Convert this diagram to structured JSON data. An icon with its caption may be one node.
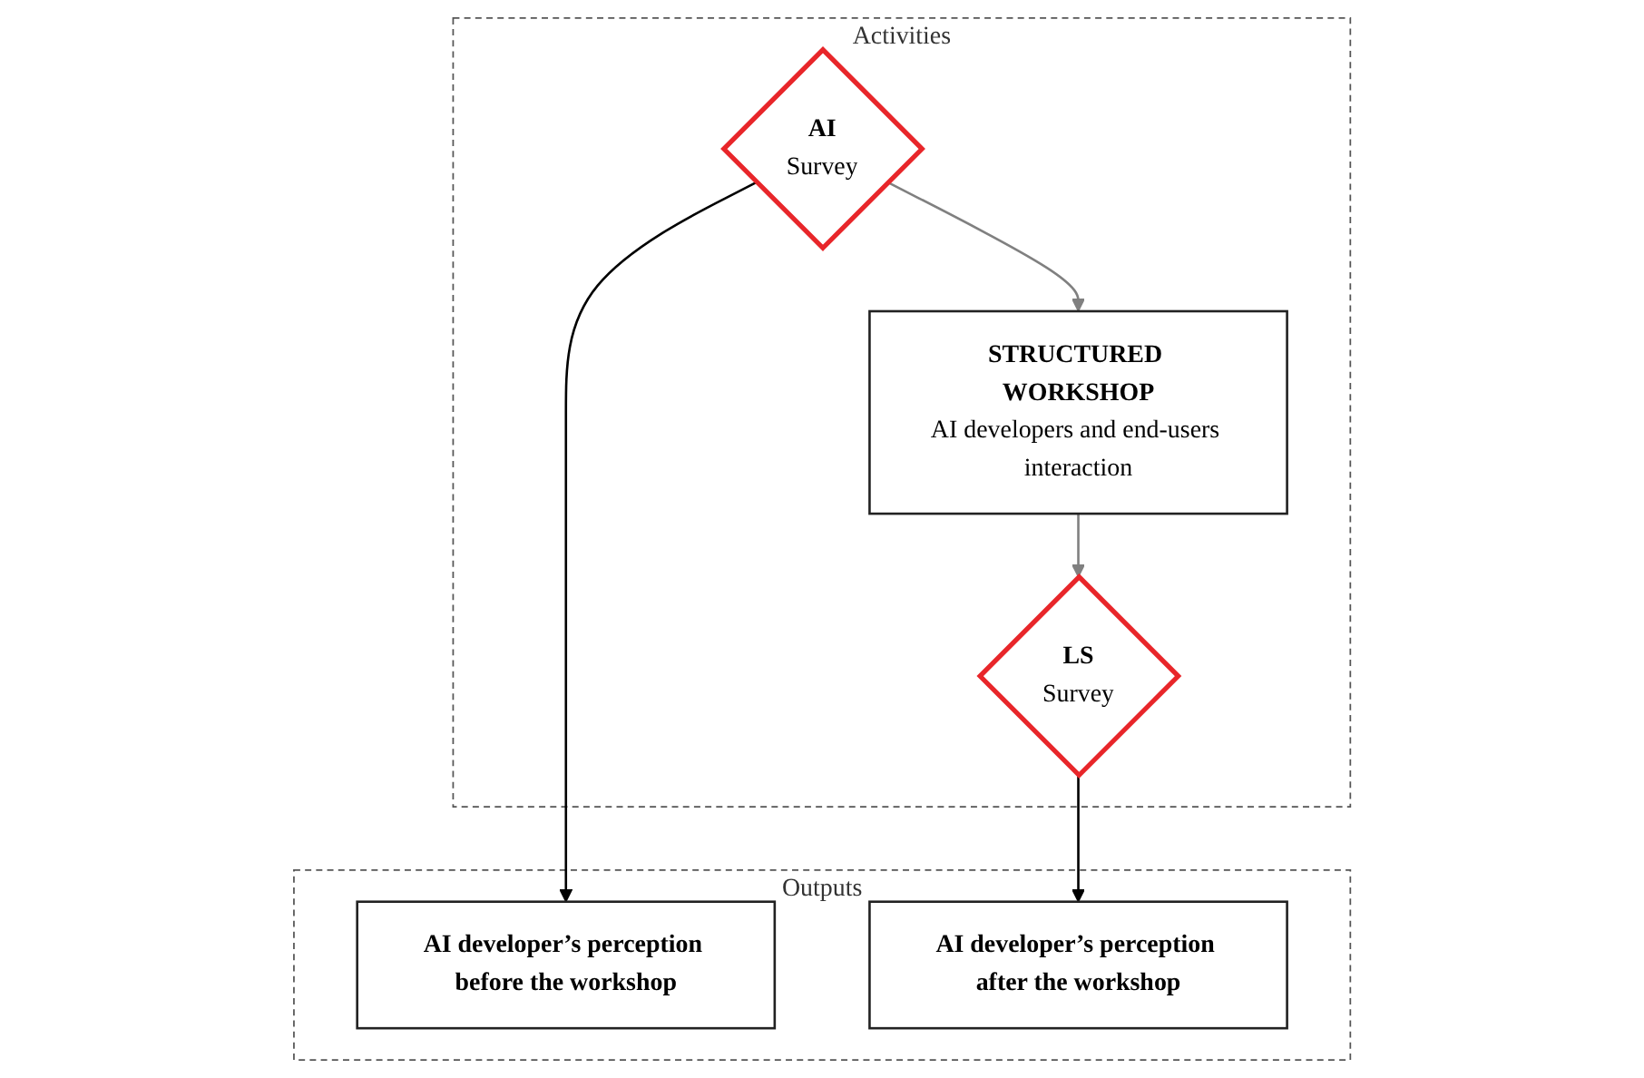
{
  "diagram": {
    "nodes": [
      {
        "text": [
          "Activities"
        ]
      },
      {
        "text": [
          "AI",
          "Survey"
        ],
        "in": 0
      },
      {
        "text": [
          "STRUCTURED WORKSHOP",
          "AI developers and end-users interaction"
        ],
        "in": 0
      },
      {
        "text": [
          "LS",
          "Survey"
        ],
        "in": 0
      },
      {
        "text": [
          "Outputs"
        ]
      },
      {
        "text": [
          "AI developer’s perception before the workshop"
        ],
        "in": 4
      },
      {
        "text": [
          "AI developer’s perception after the workshop"
        ],
        "in": 4
      }
    ],
    "edges": [
      {
        "from": 1,
        "to": 5,
        "arrow": "to"
      },
      {
        "from": 1,
        "to": 2,
        "arrow": "to",
        "color": "#808080"
      },
      {
        "from": 2,
        "to": 3,
        "arrow": "to",
        "color": "#808080"
      },
      {
        "from": 3,
        "to": 6,
        "arrow": "to"
      }
    ]
  }
}
